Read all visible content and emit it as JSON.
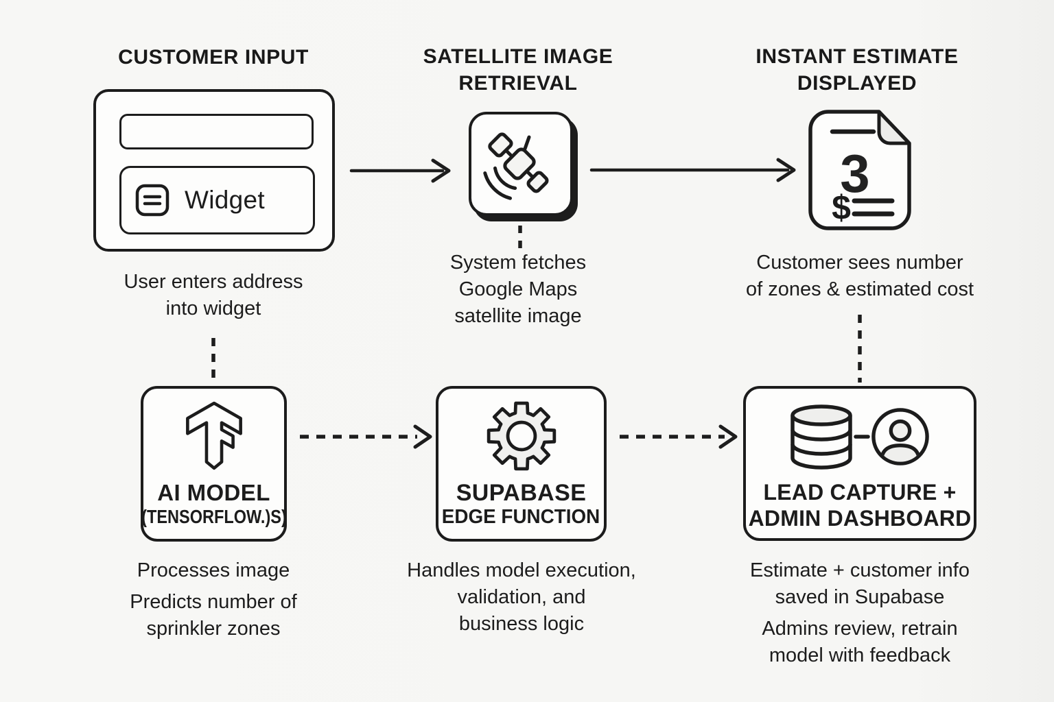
{
  "colors": {
    "ink": "#1c1c1c",
    "background": "#f6f6f4",
    "panel": "#fdfdfc",
    "icon_fill": "#f0f0ee"
  },
  "nodes": {
    "customer_input": {
      "heading": "CUSTOMER INPUT",
      "widget_button_label": "Widget",
      "caption_line1": "User enters address",
      "caption_line2": "into widget"
    },
    "satellite_retrieval": {
      "heading_line1": "SATELLITE IMAGE",
      "heading_line2": "RETRIEVAL",
      "caption_line1": "System fetches",
      "caption_line2": "Google Maps",
      "caption_line3": "satellite image"
    },
    "instant_estimate": {
      "heading_line1": "INSTANT ESTIMATE",
      "heading_line2": "DISPLAYED",
      "zones_number": "3",
      "currency_symbol": "$",
      "caption_line1": "Customer sees number",
      "caption_line2": "of zones & estimated cost"
    },
    "ai_model": {
      "label_line1": "AI MODEL",
      "label_line2": "(TENSORFLOW.)S)",
      "caption_para1_line1": "Processes image",
      "caption_para2_line1": "Predicts number of",
      "caption_para2_line2": "sprinkler zones"
    },
    "supabase_edge_function": {
      "label_line1": "SUPABASE",
      "label_line2": "EDGE FUNCTION",
      "caption_line1": "Handles model execution,",
      "caption_line2": "validation, and",
      "caption_line3": "business logic"
    },
    "lead_capture": {
      "label_line1": "LEAD CAPTURE +",
      "label_line2": "ADMIN DASHBOARD",
      "caption_para1_line1": "Estimate + customer info",
      "caption_para1_line2": "saved in Supabase",
      "caption_para2_line1": "Admins review, retrain",
      "caption_para2_line2": "model with feedback"
    }
  },
  "icons": {
    "customer_input": "address-form-widget-icon",
    "widget_button": "equals-lines-icon",
    "satellite_retrieval": "satellite-icon",
    "instant_estimate": "estimate-document-icon",
    "ai_model": "tensorflow-logo-icon",
    "supabase_edge_function": "gear-icon",
    "lead_capture_left": "database-icon",
    "lead_capture_right": "user-avatar-icon"
  },
  "connections": [
    {
      "from": "customer-input",
      "to": "satellite-retrieval",
      "style": "solid-arrow"
    },
    {
      "from": "satellite-retrieval",
      "to": "instant-estimate",
      "style": "solid-arrow"
    },
    {
      "from": "customer-input",
      "to": "ai-model",
      "style": "dashed-line"
    },
    {
      "from": "satellite-retrieval",
      "to": "supabase-edge-function",
      "style": "dashed-line"
    },
    {
      "from": "instant-estimate",
      "to": "lead-capture",
      "style": "dashed-line"
    },
    {
      "from": "ai-model",
      "to": "supabase-edge-function",
      "style": "dashed-arrow"
    },
    {
      "from": "supabase-edge-function",
      "to": "lead-capture",
      "style": "dashed-arrow"
    }
  ]
}
